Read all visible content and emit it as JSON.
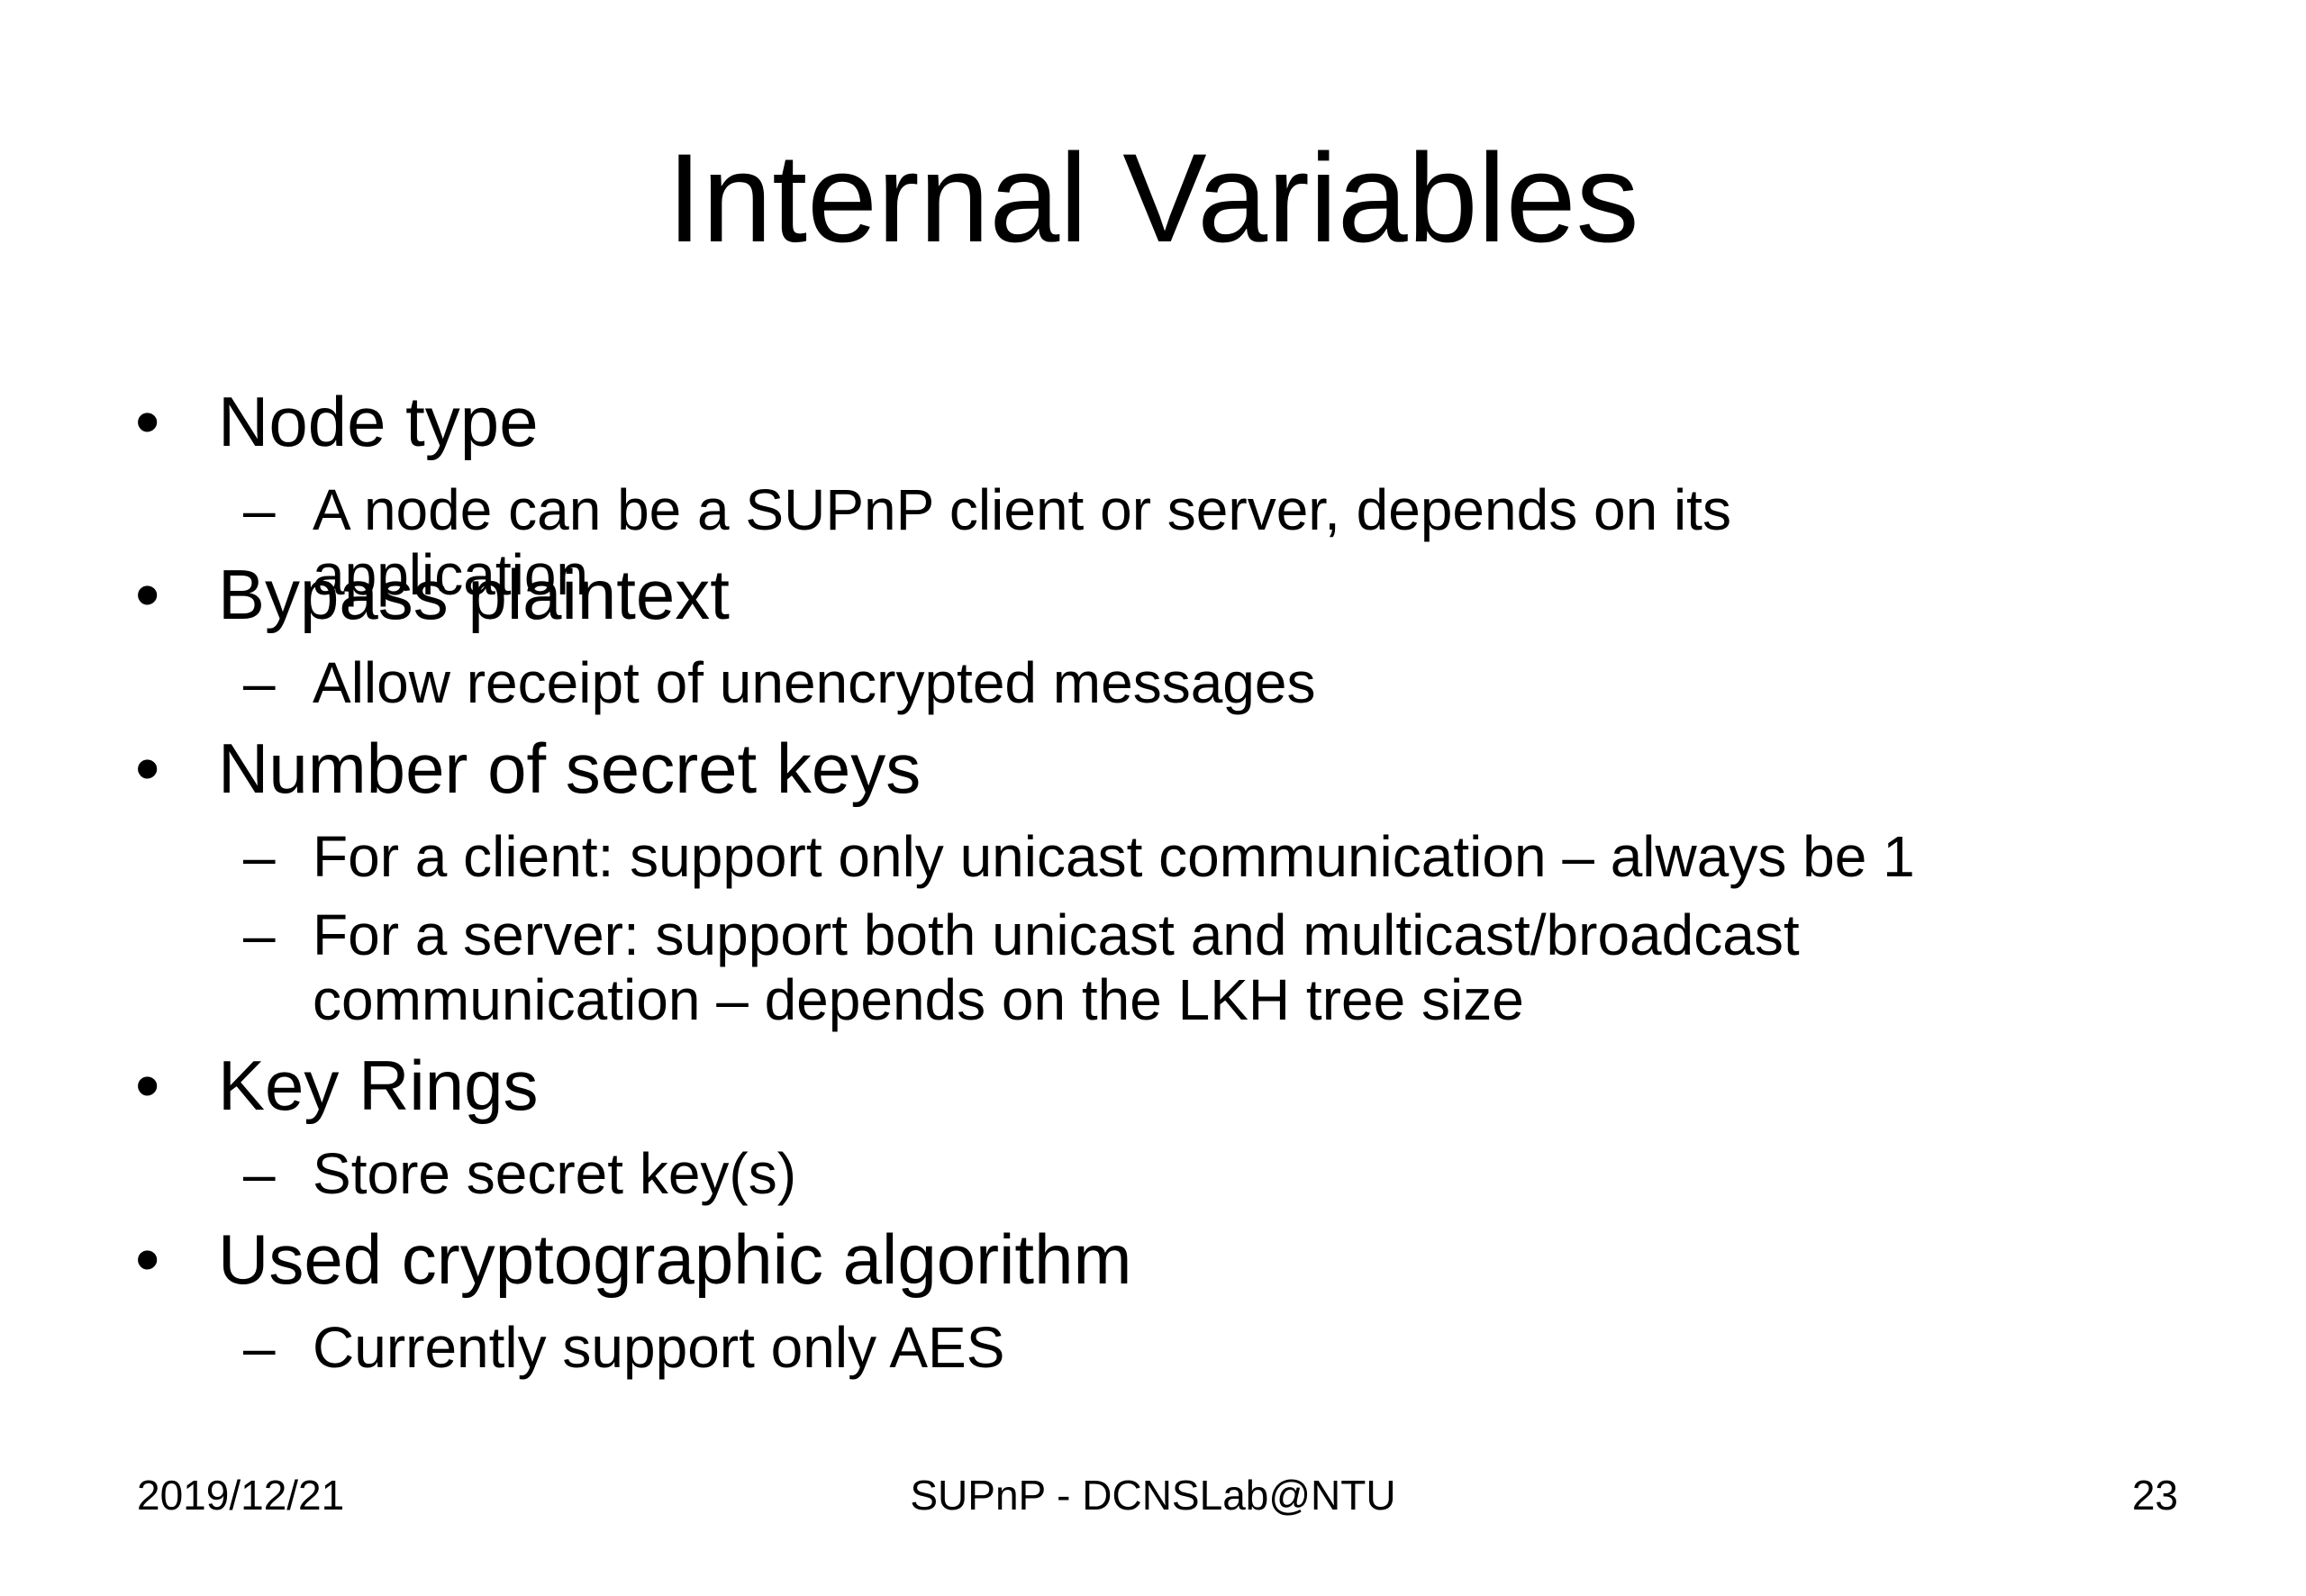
{
  "slide": {
    "title": "Internal Variables",
    "bullet_glyph": "•",
    "dash_glyph": "–",
    "items": [
      {
        "label": "Node type",
        "subitems": [
          "A node can be a SUPnP client or server, depends on its application"
        ]
      },
      {
        "label": "Bypass plaintext",
        "subitems": [
          "Allow receipt of unencrypted messages"
        ]
      },
      {
        "label": "Number of secret keys",
        "subitems": [
          "For a client: support only unicast communication – always be 1",
          "For a server: support both unicast and multicast/broadcast communication – depends on the LKH tree size"
        ]
      },
      {
        "label": "Key Rings",
        "subitems": [
          "Store secret key(s)"
        ]
      },
      {
        "label": "Used cryptographic algorithm",
        "subitems": [
          "Currently support only AES"
        ]
      }
    ]
  },
  "footer": {
    "date": "2019/12/21",
    "center": "SUPnP - DCNSLab@NTU",
    "page": "23"
  }
}
